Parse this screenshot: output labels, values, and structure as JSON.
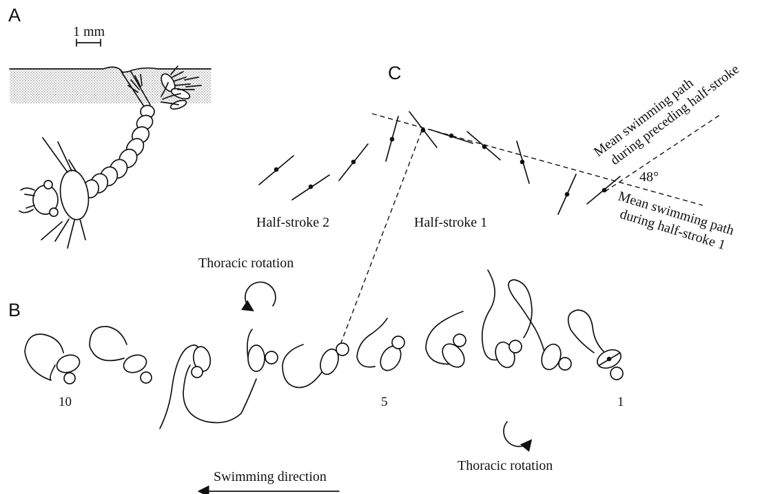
{
  "panels": {
    "a": "A",
    "b": "B",
    "c": "C"
  },
  "scale_bar": {
    "label": "1 mm"
  },
  "labels": {
    "half_stroke_2": "Half-stroke 2",
    "half_stroke_1": "Half-stroke 1",
    "angle": "48°",
    "mean_path_preceding_line1": "Mean swimming path",
    "mean_path_preceding_line2": "during preceding half-stroke",
    "mean_path_hs1_line1": "Mean swimming path",
    "mean_path_hs1_line2": "during half-stroke 1",
    "thoracic_rotation_top": "Thoracic rotation",
    "thoracic_rotation_bottom": "Thoracic rotation",
    "swimming_direction": "Swimming direction"
  },
  "frame_numbers": {
    "first": "1",
    "fifth": "5",
    "tenth": "10"
  },
  "colors": {
    "ink": "#111111",
    "water_stipple": "#8a8a8a",
    "background": "#ffffff"
  }
}
